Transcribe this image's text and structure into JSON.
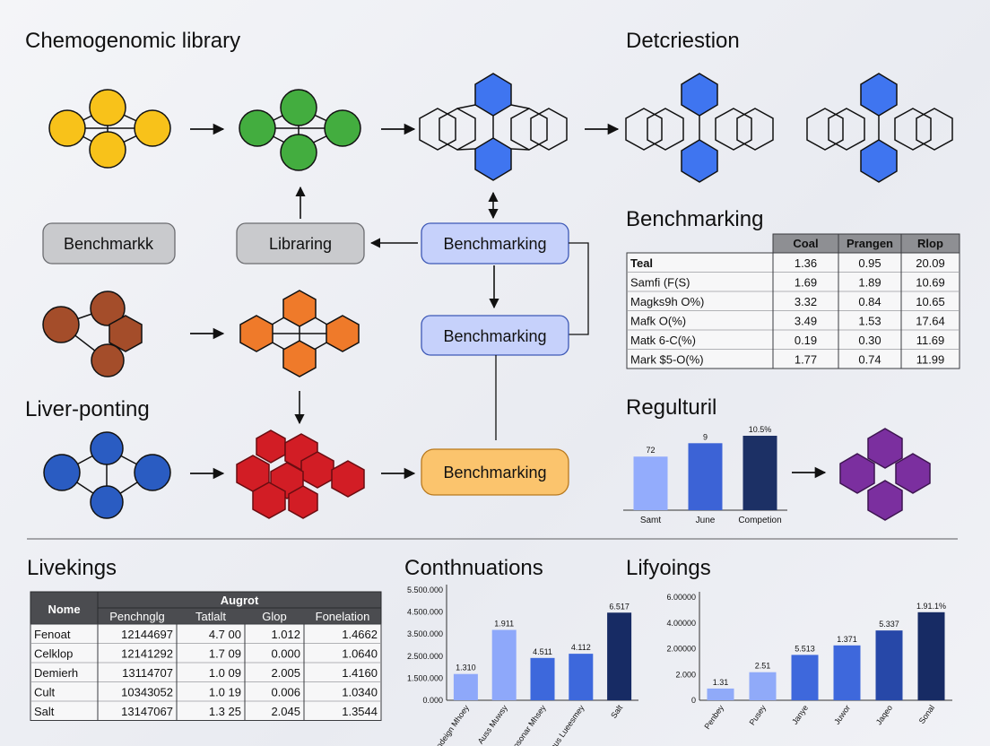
{
  "headings": {
    "chemogenomic": "Chemogenomic library",
    "detection": "Detcriestion",
    "liver_ponting": "Liver-ponting",
    "benchmarking": "Benchmarking",
    "regulturil": "Regulturil",
    "livekings": "Livekings",
    "continuations": "Conthnuations",
    "lifyoings": "Lifyoings"
  },
  "boxes": {
    "benchmarkk": "Benchmarkk",
    "libraring": "Libraring",
    "benchmarking_1": "Benchmarking",
    "benchmarking_2": "Benchmarking",
    "benchmarking_3": "Benchmarking"
  },
  "colors": {
    "yellow": "#f8c21a",
    "green": "#43ad3f",
    "brown": "#a44d2a",
    "orange": "#ef7a2a",
    "blue_node": "#2a5cc2",
    "red": "#d21d25",
    "blue_ring": "#3f75f0",
    "purple": "#7b2f9f",
    "box_gray": "#c9cacd",
    "box_blue": "#c6d1fb",
    "box_orange": "#fbc46d"
  },
  "bench_table": {
    "headers": [
      "Coal",
      "Prangen",
      "Rlop"
    ],
    "rows": [
      {
        "label": "Teal",
        "values": [
          "1.36",
          "0.95",
          "20.09"
        ]
      },
      {
        "label": "Samfi (F(S)",
        "values": [
          "1.69",
          "1.89",
          "10.69"
        ]
      },
      {
        "label": "Magks9h O%)",
        "values": [
          "3.32",
          "0.84",
          "10.65"
        ]
      },
      {
        "label": "Mafk O(%)",
        "values": [
          "3.49",
          "1.53",
          "17.64"
        ]
      },
      {
        "label": "Matk 6-C(%)",
        "values": [
          "0.19",
          "0.30",
          "11.69"
        ]
      },
      {
        "label": "Mark $5-O(%)",
        "values": [
          "1.77",
          "0.74",
          "11.99"
        ]
      }
    ]
  },
  "livekings_table": {
    "group_header": "Augrot",
    "first_header": "Nome",
    "sub_headers": [
      "Penchnglg",
      "Tatlalt",
      "Glop",
      "Fonelation"
    ],
    "rows": [
      {
        "label": "Fenoat",
        "values": [
          "12144697",
          "4.7 00",
          "1.012",
          "1.4662"
        ]
      },
      {
        "label": "Celklop",
        "values": [
          "12141292",
          "1.7 09",
          "0.000",
          "1.0640"
        ]
      },
      {
        "label": "Demierh",
        "values": [
          "13114707",
          "1.0 09",
          "2.005",
          "1.4160"
        ]
      },
      {
        "label": "Cult",
        "values": [
          "10343052",
          "1.0 19",
          "0.006",
          "1.0340"
        ]
      },
      {
        "label": "Salt",
        "values": [
          "13147067",
          "1.3 25",
          "2.045",
          "1.3544"
        ]
      }
    ]
  },
  "chart_data": [
    {
      "type": "bar",
      "categories": [
        "Samt",
        "June",
        "Competion"
      ],
      "values": [
        72,
        90,
        100
      ],
      "value_labels": [
        "72",
        "9",
        "10.5%"
      ],
      "colors": [
        "#93acfc",
        "#3c63d6",
        "#1c3065"
      ],
      "ylim": [
        0,
        100
      ]
    },
    {
      "type": "bar",
      "categories": [
        "Fendeign Mhoey",
        "Auss Muwsy",
        "Cosonar Mhsey",
        "Lanus Lueesmey",
        "Salt"
      ],
      "values": [
        1.31,
        3.51,
        2.11,
        2.32,
        4.37
      ],
      "value_labels": [
        "1.310",
        "1.911",
        "4.511",
        "4.112",
        "6.517"
      ],
      "colors": [
        "#8ea8fa",
        "#8ea8fa",
        "#3d68dc",
        "#3d68dc",
        "#172b64"
      ],
      "yticks": [
        "0.000",
        "1.500.000",
        "2.500.000",
        "3.500.000",
        "4.500.000",
        "5.500.000"
      ],
      "ylim": [
        0,
        5.5
      ]
    },
    {
      "type": "bar",
      "categories": [
        "Penbey",
        "Pusey",
        "Janye",
        "Juwor",
        "Jaqeo",
        "Sonal"
      ],
      "values": [
        0.74,
        1.77,
        2.86,
        3.46,
        4.4,
        5.55
      ],
      "value_labels": [
        "1.31",
        "2.51",
        "5.513",
        "1.371",
        "5.337",
        "1.91.1%"
      ],
      "colors": [
        "#90aaf9",
        "#90aaf9",
        "#3e68dc",
        "#3e68dc",
        "#2748a8",
        "#172b64"
      ],
      "yticks": [
        "0",
        "2.000",
        "2.00000",
        "4.00000",
        "6.00000"
      ],
      "ylim": [
        0,
        6.5
      ]
    }
  ]
}
